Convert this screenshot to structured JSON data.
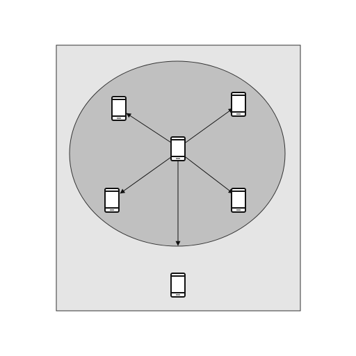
{
  "diagram": {
    "colors": {
      "page_background": "#ffffff",
      "panel_fill": "#e5e5e5",
      "panel_stroke": "#333333",
      "range_fill": "#c0c0c0",
      "range_stroke": "#333333",
      "arrow_stroke": "#111111",
      "device_body": "#ffffff",
      "device_stroke": "#111111"
    },
    "devices": [
      {
        "id": "central",
        "icon": "smartphone-icon",
        "inside_range": true
      },
      {
        "id": "peer-top-left",
        "icon": "smartphone-icon",
        "inside_range": true
      },
      {
        "id": "peer-top-right",
        "icon": "smartphone-icon",
        "inside_range": true
      },
      {
        "id": "peer-bottom-left",
        "icon": "smartphone-icon",
        "inside_range": true
      },
      {
        "id": "peer-bottom-right",
        "icon": "smartphone-icon",
        "inside_range": true
      },
      {
        "id": "outside-device",
        "icon": "smartphone-icon",
        "inside_range": false
      }
    ],
    "connections": [
      {
        "from": "central",
        "to": "peer-top-left",
        "arrowhead": "end"
      },
      {
        "from": "central",
        "to": "peer-top-right",
        "arrowhead": "end"
      },
      {
        "from": "central",
        "to": "peer-bottom-left",
        "arrowhead": "end"
      },
      {
        "from": "central",
        "to": "peer-bottom-right",
        "arrowhead": "end"
      },
      {
        "from": "central",
        "to": "range-boundary",
        "arrowhead": "end"
      }
    ]
  }
}
